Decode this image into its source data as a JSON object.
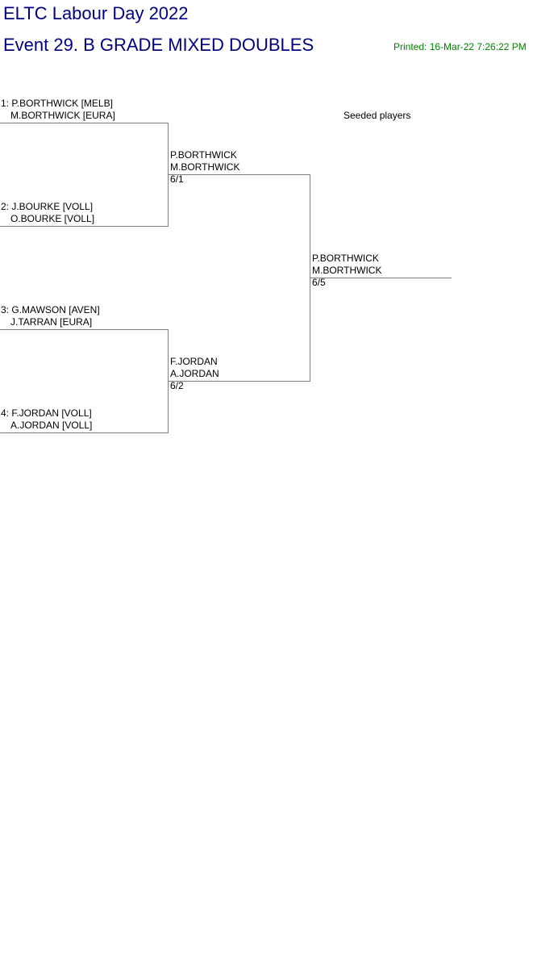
{
  "header": {
    "tournament": "ELTC Labour Day 2022",
    "event": "Event 29. B GRADE MIXED DOUBLES",
    "printed": "Printed: 16-Mar-22 7:26:22 PM"
  },
  "seeded_label": "Seeded players",
  "draw": [
    {
      "player1": "1: P.BORTHWICK [MELB]",
      "player2": "M.BORTHWICK [EURA]"
    },
    {
      "player1": "2: J.BOURKE [VOLL]",
      "player2": "O.BOURKE [VOLL]"
    },
    {
      "player1": "3: G.MAWSON [AVEN]",
      "player2": "J.TARRAN [EURA]"
    },
    {
      "player1": "4: F.JORDAN [VOLL]",
      "player2": "A.JORDAN [VOLL]"
    }
  ],
  "semifinals": [
    {
      "player1": "P.BORTHWICK",
      "player2": "M.BORTHWICK",
      "score": "6/1"
    },
    {
      "player1": "F.JORDAN",
      "player2": "A.JORDAN",
      "score": "6/2"
    }
  ],
  "final": {
    "player1": "P.BORTHWICK",
    "player2": "M.BORTHWICK",
    "score": "6/5"
  }
}
